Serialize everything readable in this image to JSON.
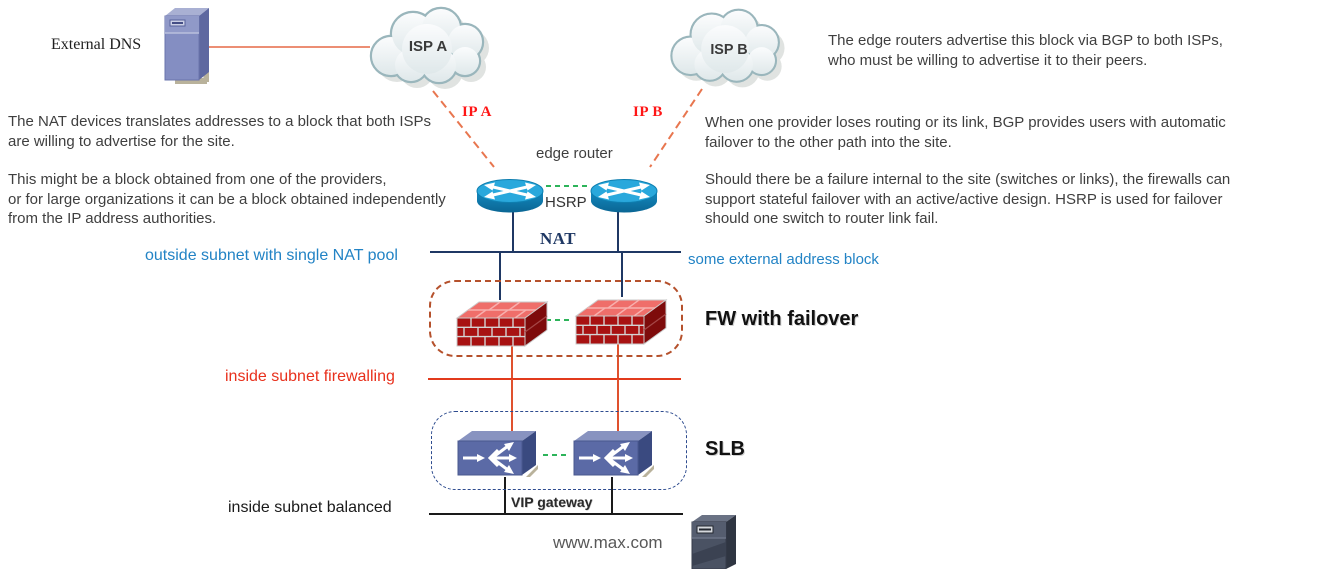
{
  "nodes": {
    "external_dns": {
      "label": "External DNS"
    },
    "isp_a": {
      "label": "ISP A"
    },
    "isp_b": {
      "label": "ISP B"
    },
    "edge_routers": {
      "label": "edge router",
      "redundancy_protocol": "HSRP"
    },
    "nat": {
      "label": "NAT"
    },
    "firewalls": {
      "label": "FW with failover"
    },
    "slb": {
      "label": "SLB"
    },
    "vip_gateway": {
      "label": "VIP gateway"
    },
    "web_server": {
      "label": "www.max.com"
    }
  },
  "links": {
    "isp_a_uplink": "IP A",
    "isp_b_uplink": "IP B"
  },
  "subnets": {
    "outside": "outside subnet with single NAT pool",
    "external_block": "some external address  block",
    "inside_firewalling": "inside subnet firewalling",
    "inside_balanced": "inside subnet balanced"
  },
  "annotations": {
    "nat_translation": "The NAT devices translates addresses to a block that both ISPs\nare willing to advertise for the site.",
    "address_block": "This might be a block obtained from one of the providers,\nor for large organizations it can be a block obtained independently\nfrom the IP address authorities.",
    "bgp_advertise": "The edge routers advertise this block via BGP to both ISPs,\nwho must be willing to advertise it to their peers.",
    "bgp_failover": "When one provider loses routing or its link, BGP provides users with automatic\nfailover  to the other path into the site.",
    "stateful_failover": "Should there be a failure internal to the site (switches or links), the firewalls can\nsupport stateful failover  with an active/active  design. HSRP is used for failover\nshould one switch to router link fail."
  },
  "colors": {
    "navy_line": "#1f3864",
    "blue_label": "#2283c5",
    "red_label": "#e8301c",
    "bright_red_label": "#ff1515",
    "orange_dashed": "#e8764f",
    "salmon_line": "#ec8e74",
    "green_dashed": "#2db45a",
    "red_line": "#e23a1c",
    "black_line": "#1a1a1a",
    "fw_zone_border": "#b5512c",
    "slb_zone_border": "#2e4c8f",
    "router_blue": "#29a8dc",
    "firewall_red": "#a81212",
    "slb_purple": "#5b6aa6"
  }
}
